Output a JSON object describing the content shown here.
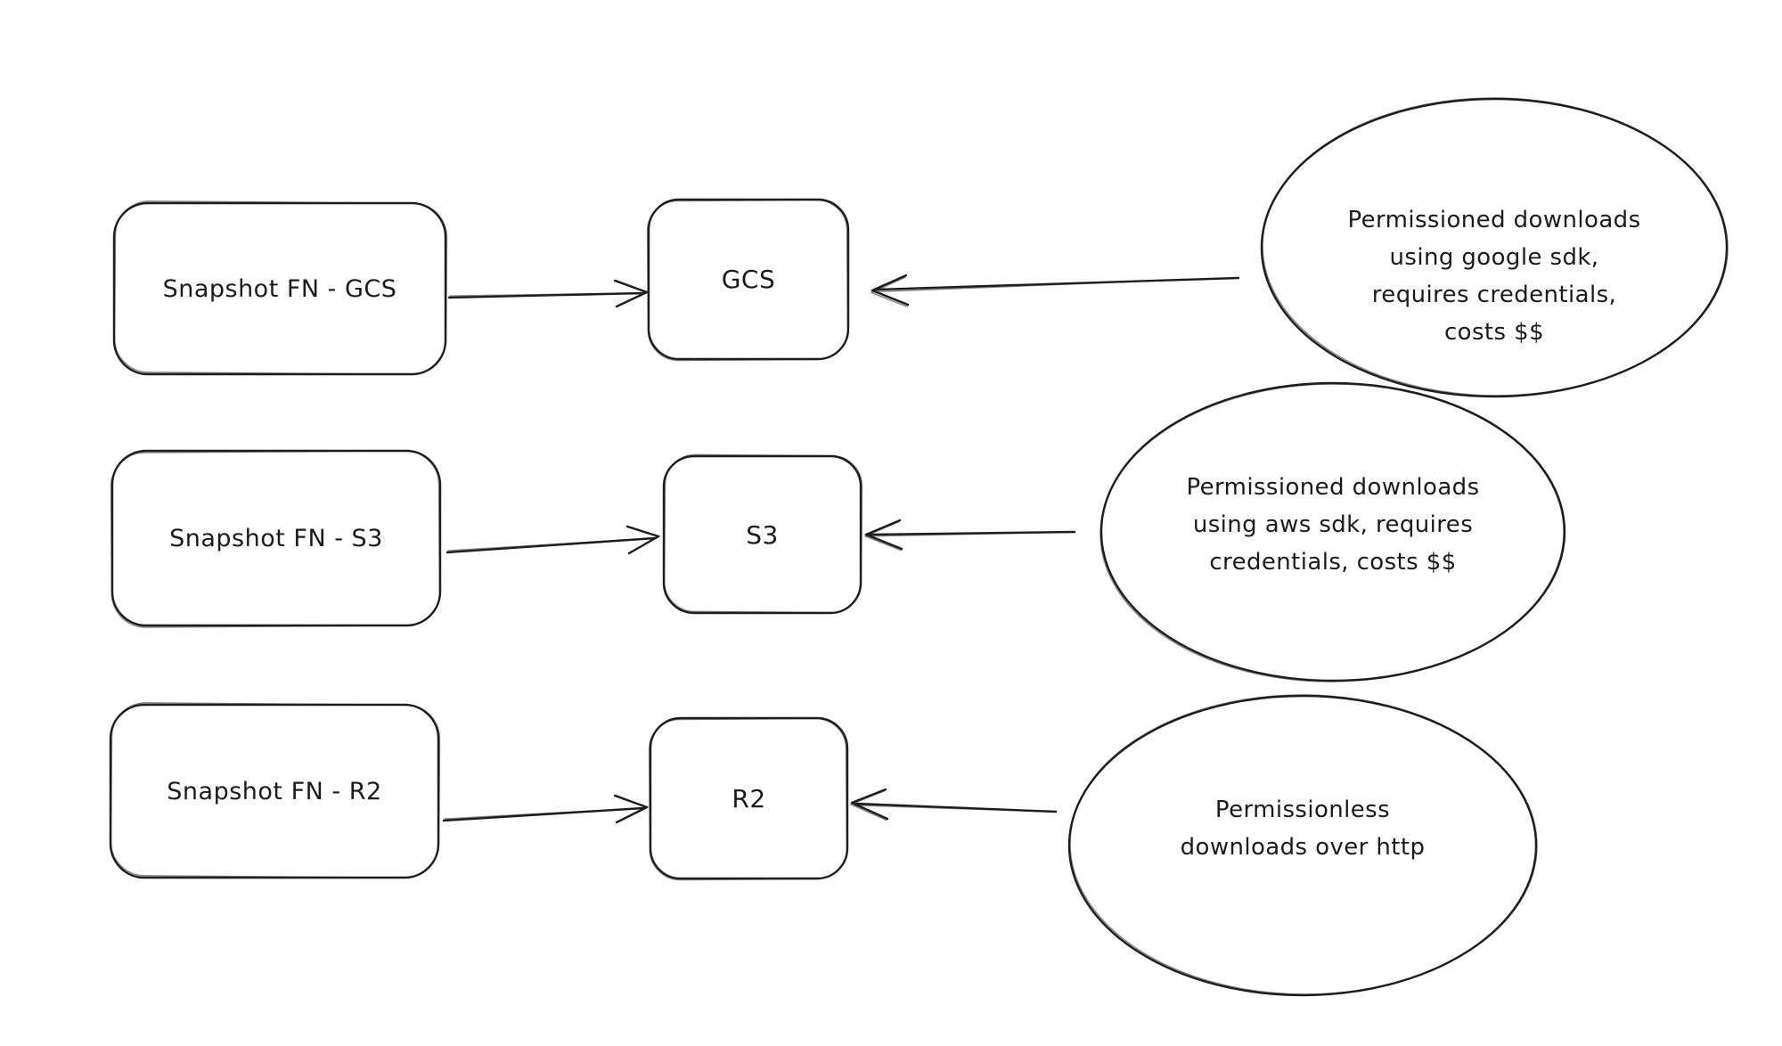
{
  "canvas": {
    "background_color": "#ffffff",
    "stroke_color": "#1e1e1e",
    "text_color": "#1b1b1b"
  },
  "diagram": {
    "rows": [
      {
        "id": "gcs",
        "source_label": "Snapshot FN - GCS",
        "target_label": "GCS",
        "note_lines": [
          "Permissioned downloads",
          "using google sdk,",
          "requires credentials,",
          "costs $$"
        ]
      },
      {
        "id": "s3",
        "source_label": "Snapshot FN - S3",
        "target_label": "S3",
        "note_lines": [
          "Permissioned downloads",
          "using aws sdk, requires",
          "credentials, costs $$"
        ]
      },
      {
        "id": "r2",
        "source_label": "Snapshot FN - R2",
        "target_label": "R2",
        "note_lines": [
          "Permissionless",
          "downloads over http"
        ]
      }
    ]
  }
}
